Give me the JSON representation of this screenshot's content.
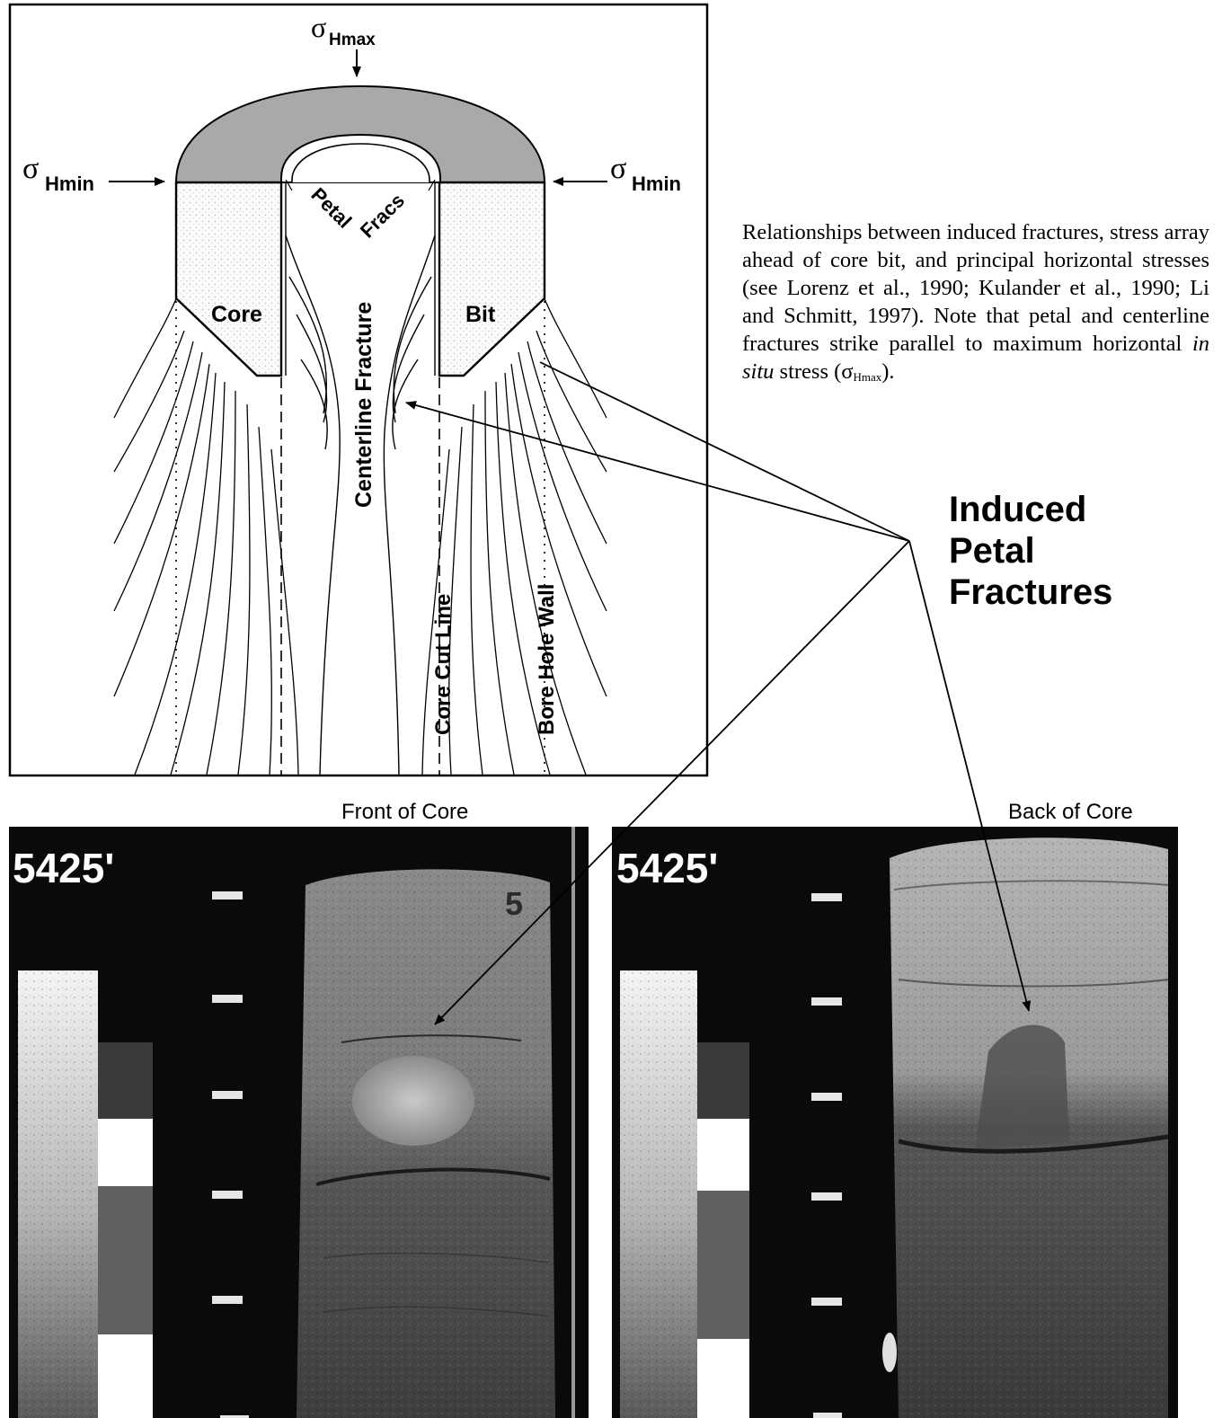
{
  "diagram": {
    "sigma_top": "σ",
    "sigma_top_sub": "Hmax",
    "sigma_left": "σ",
    "sigma_left_sub": "Hmin",
    "sigma_right": "σ",
    "sigma_right_sub": "Hmin",
    "petal_label_1": "Petal",
    "petal_label_2": "Fracs",
    "core_label": "Core",
    "bit_label": "Bit",
    "centerline_label": "Centerline Fracture",
    "core_cut_label": "Core Cut Line",
    "bore_hole_label": "Bore Hole Wall"
  },
  "caption": {
    "part1": "Relationships between induced fractures, stress array ahead of core bit, and principal horizontal stresses (see Lorenz et al., 1990; Kulander et al., 1990; Li and Schmitt, 1997). Note that petal and centerline fractures strike parallel to maximum horizontal ",
    "italic": "in situ",
    "part2": " stress (σ",
    "sub": "Hmax",
    "part3": ")."
  },
  "callout": {
    "line1": "Induced",
    "line2": "Petal",
    "line3": "Fractures"
  },
  "photos": {
    "front_title": "Front of Core",
    "back_title": "Back of Core",
    "front_depth": "5425'",
    "back_depth": "5425'",
    "core_mark": "5"
  }
}
